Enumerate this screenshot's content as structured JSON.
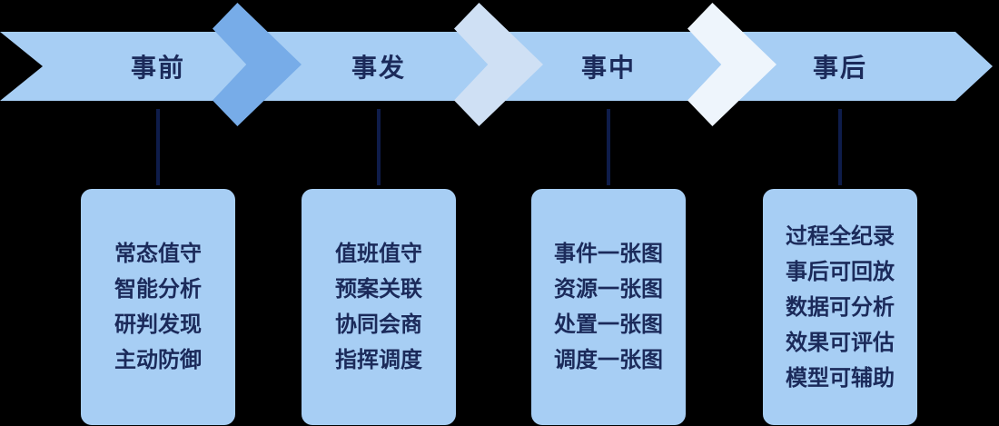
{
  "colors": {
    "band": "#a7cef4",
    "chevron_1": "#77ace8",
    "chevron_2": "#cfe0f4",
    "chevron_3": "#eef5fc",
    "card": "#a7cef4",
    "text": "#1b2a5a",
    "connector": "#0e1c4a",
    "background": "#000000"
  },
  "stages": [
    {
      "label": "事前",
      "items": [
        "常态值守",
        "智能分析",
        "研判发现",
        "主动防御"
      ]
    },
    {
      "label": "事发",
      "items": [
        "值班值守",
        "预案关联",
        "协同会商",
        "指挥调度"
      ]
    },
    {
      "label": "事中",
      "items": [
        "事件一张图",
        "资源一张图",
        "处置一张图",
        "调度一张图"
      ]
    },
    {
      "label": "事后",
      "items": [
        "过程全纪录",
        "事后可回放",
        "数据可分析",
        "效果可评估",
        "模型可辅助"
      ]
    }
  ]
}
